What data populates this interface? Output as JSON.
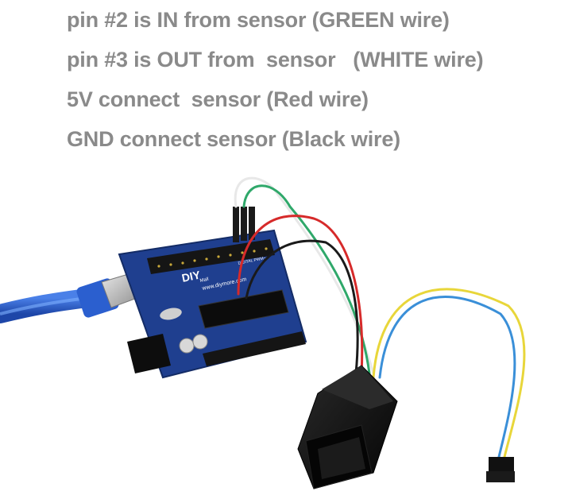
{
  "caption": {
    "lines": [
      "pin #2 is IN from sensor (GREEN wire)",
      "pin #3 is OUT from  sensor   (WHITE wire)",
      "5V connect  sensor (Red wire)",
      "GND connect sensor (Black wire)"
    ]
  },
  "board": {
    "brand_text": "DIY",
    "brand_small": "Mall",
    "website": "www.diymore.com",
    "header_label": "DIGITAL",
    "pwm_label": "PWM~"
  },
  "colors": {
    "board": "#1f3f8f",
    "usb_cable": "#2b5fcf",
    "caption_text": "#8a8a8a",
    "wire_white": "#f2f2f2",
    "wire_green": "#2fa86a",
    "wire_red": "#d62a2a",
    "wire_black": "#1a1a1a",
    "wire_yellow": "#e8d63a",
    "wire_blue": "#3a8fd8",
    "sensor": "#121212"
  }
}
